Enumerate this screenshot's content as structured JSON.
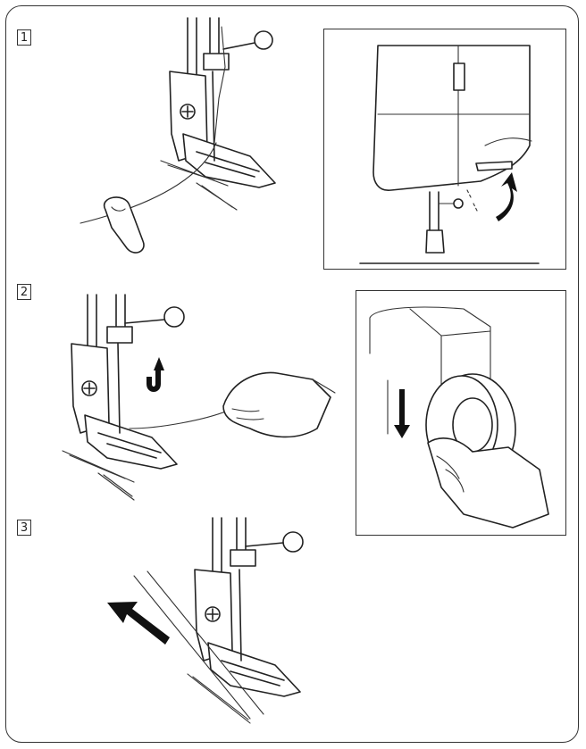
{
  "steps": [
    {
      "number": "1"
    },
    {
      "number": "2"
    },
    {
      "number": "3"
    }
  ],
  "colors": {
    "line": "#222222",
    "background": "#ffffff",
    "border": "#333333"
  },
  "icons": [
    "presser-foot-icon",
    "finger-icon",
    "presser-foot-lever-icon",
    "up-arrow-icon",
    "hand-icon",
    "handwheel-icon",
    "rotation-arrow-icon",
    "left-arrow-icon"
  ]
}
